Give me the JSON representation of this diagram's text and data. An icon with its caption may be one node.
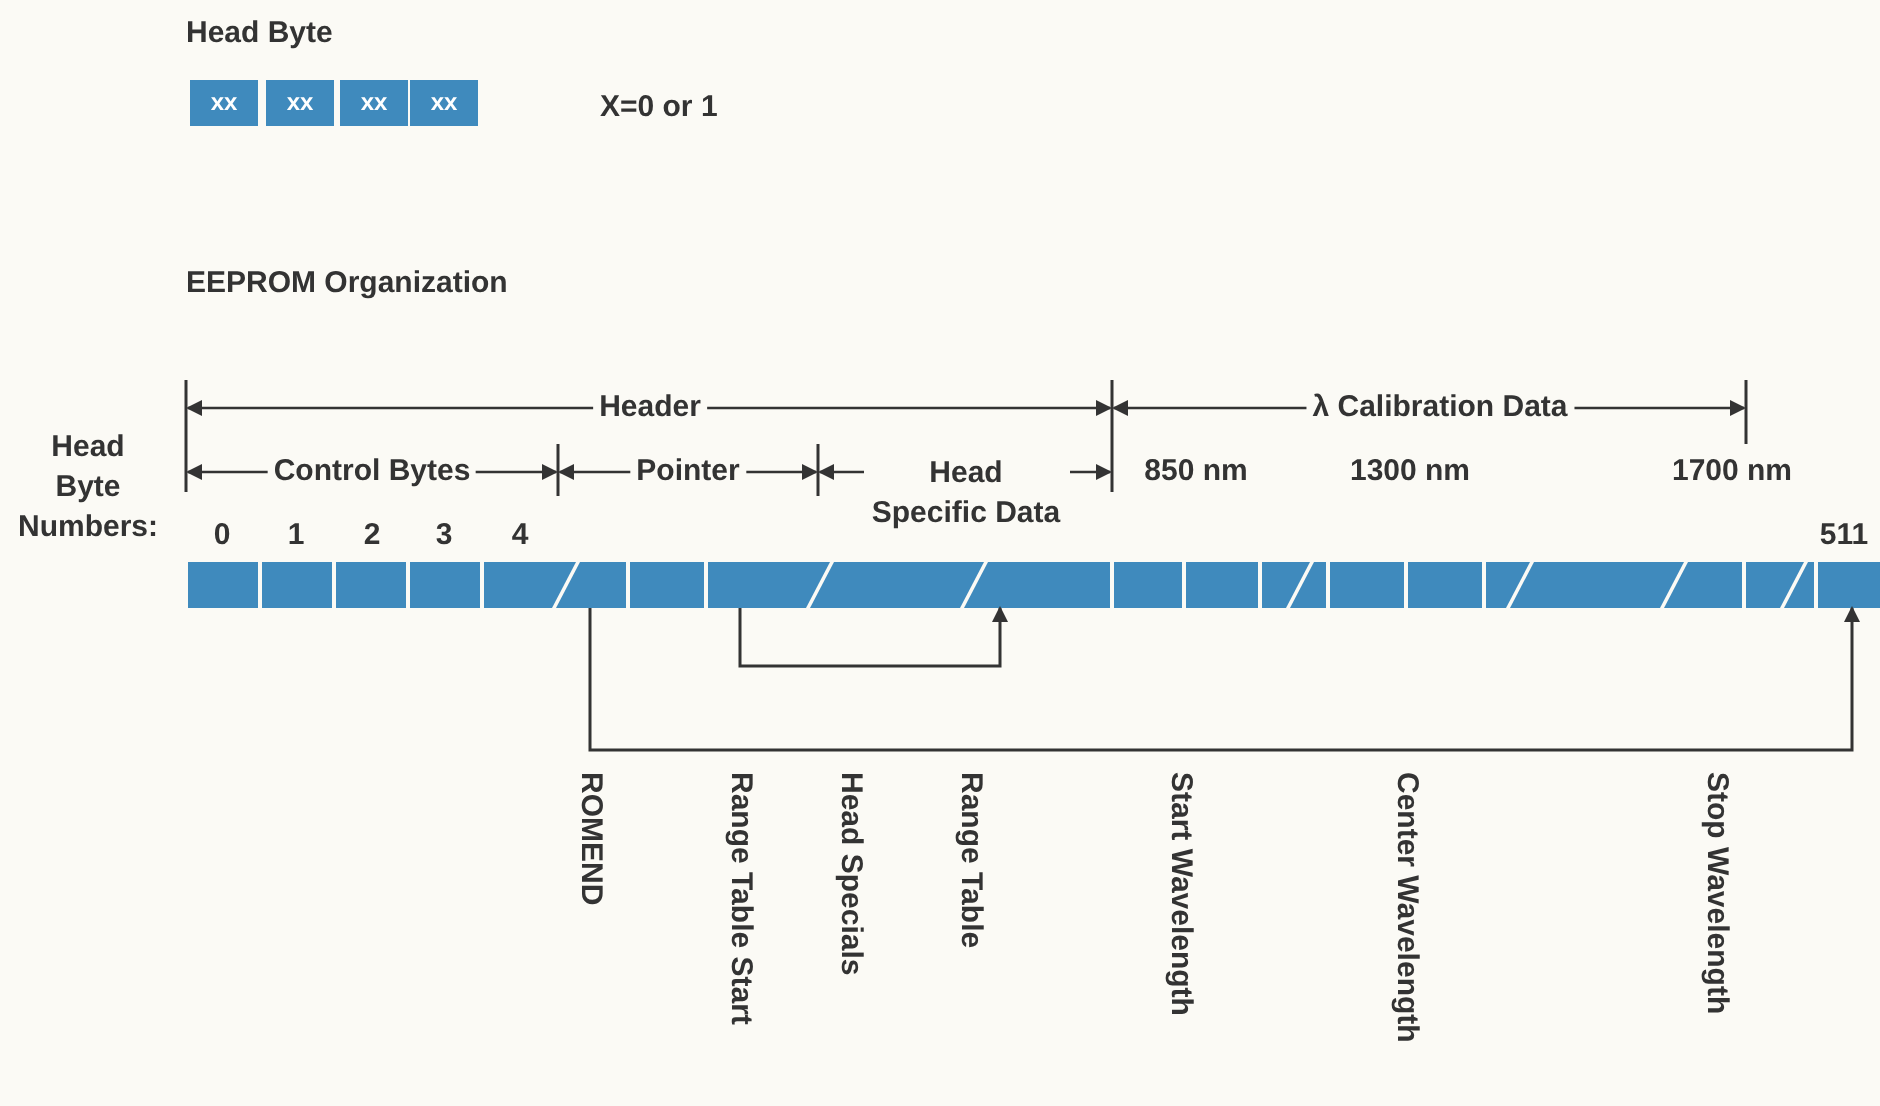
{
  "diagram": {
    "nodes": [
      {
        "text": [
          "xx"
        ]
      },
      {
        "text": [
          "xx"
        ]
      },
      {
        "text": [
          "xx"
        ]
      },
      {
        "text": [
          "xx"
        ]
      },
      {
        "text": [],
        "shape": "box"
      },
      {
        "text": [],
        "shape": "box"
      },
      {
        "text": [],
        "shape": "box"
      },
      {
        "text": [],
        "shape": "box"
      },
      {
        "text": [],
        "shape": "box"
      },
      {
        "text": [],
        "shape": "box"
      },
      {
        "text": [],
        "shape": "box"
      },
      {
        "text": [],
        "shape": "box"
      },
      {
        "text": [],
        "shape": "box"
      },
      {
        "text": [],
        "shape": "box"
      },
      {
        "text": [],
        "shape": "box"
      },
      {
        "text": [],
        "shape": "box"
      },
      {
        "text": [],
        "shape": "box"
      },
      {
        "text": [],
        "shape": "box"
      },
      {
        "text": [],
        "shape": "box"
      },
      {
        "text": [],
        "shape": "box"
      },
      {
        "text": [],
        "shape": "box"
      },
      {
        "text": [],
        "shape": "box"
      },
      {
        "text": [],
        "shape": "box"
      },
      {
        "text": [],
        "shape": "box"
      },
      {
        "text": [],
        "shape": "box"
      },
      {
        "text": [],
        "shape": "box"
      }
    ],
    "edges": [
      {
        "from": 9,
        "to": 25,
        "arrow": "to"
      },
      {
        "from": 11,
        "to": 13,
        "arrow": "to"
      }
    ],
    "labels": [
      "Head Byte",
      "X=0 or 1",
      "EEPROM Organization",
      "Header",
      "λ Calibration Data",
      "Head Byte Numbers:",
      "Control Bytes",
      "Pointer",
      "Head Specific Data",
      "850 nm",
      "1300 nm",
      "1700 nm",
      "0",
      "1",
      "2",
      "3",
      "4",
      "511",
      "ROMEND",
      "Range Table Start",
      "Head Specials",
      "Range Table",
      "Start Wavelength",
      "Center Wavelength",
      "Stop Wavelength"
    ]
  }
}
